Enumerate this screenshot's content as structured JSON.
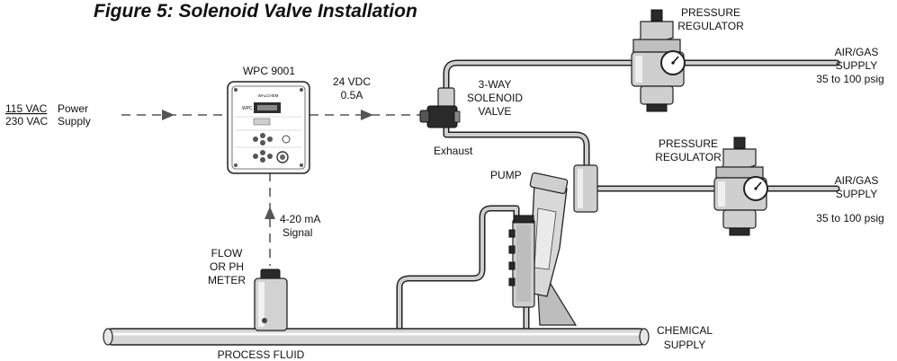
{
  "title": "Figure 5: Solenoid Valve Installation",
  "labels": {
    "power_supply": {
      "line1_voltage": "115 VAC",
      "line1_text": "Power",
      "line2_voltage": "230 VAC",
      "line2_text": "Supply"
    },
    "controller": "WPC 9001",
    "controller_brand": "WALCHEM",
    "controller_model": "WPC",
    "valve_power": {
      "line1": "24 VDC",
      "line2": "0.5A"
    },
    "solenoid_valve": {
      "line1": "3-WAY",
      "line2": "SOLENOID",
      "line3": "VALVE"
    },
    "exhaust": "Exhaust",
    "pressure_regulator_top": {
      "line1": "PRESSURE",
      "line2": "REGULATOR"
    },
    "air_gas_supply_top": {
      "line1": "AIR/GAS",
      "line2": "SUPPLY",
      "line3": "35 to 100 psig"
    },
    "pressure_regulator_bottom": {
      "line1": "PRESSURE",
      "line2": "REGULATOR"
    },
    "air_gas_supply_bottom": {
      "line1": "AIR/GAS",
      "line2": "SUPPLY",
      "line3": "35 to 100 psig"
    },
    "pump": "PUMP",
    "signal": {
      "line1": "4-20 mA",
      "line2": "Signal"
    },
    "meter": {
      "line1": "FLOW",
      "line2": "OR PH",
      "line3": "METER"
    },
    "chemical_supply": {
      "line1": "CHEMICAL",
      "line2": "SUPPLY"
    },
    "process_fluid": "PROCESS FLUID"
  }
}
